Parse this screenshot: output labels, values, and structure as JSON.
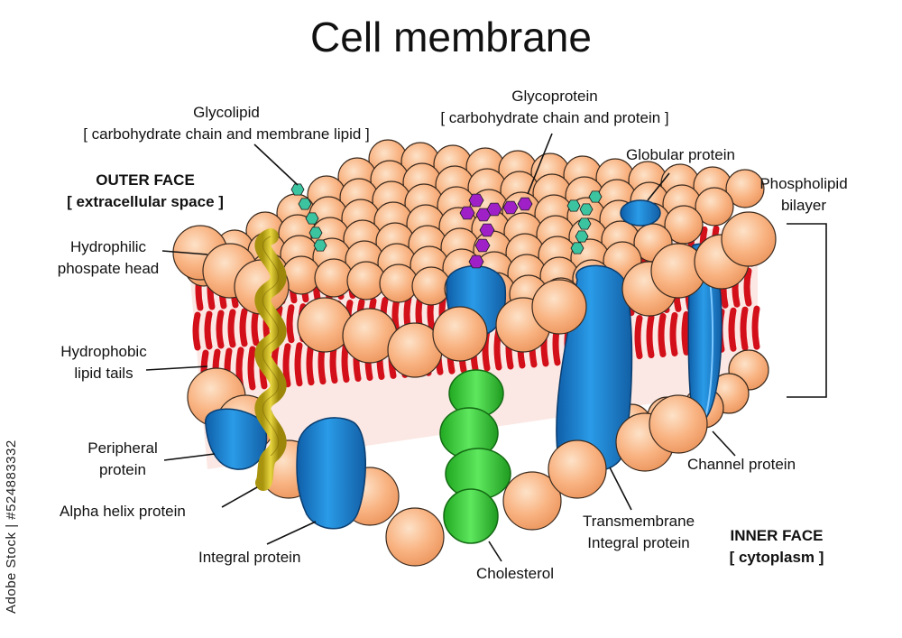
{
  "title": "Cell membrane",
  "labels": {
    "glycolipid": {
      "line1": "Glycolipid",
      "line2": "[ carbohydrate chain and membrane lipid  ]"
    },
    "glycoprotein": {
      "line1": "Glycoprotein",
      "line2": "[ carbohydrate chain and protein ]"
    },
    "globular_protein": "Globular protein",
    "phospholipid_bilayer": {
      "line1": "Phospholipid",
      "line2": "bilayer"
    },
    "outer_face": {
      "line1": "OUTER FACE",
      "line2": "[ extracellular space ]"
    },
    "hydrophilic_head": {
      "line1": "Hydrophilic",
      "line2": "phospate head"
    },
    "hydrophobic_tails": {
      "line1": "Hydrophobic",
      "line2": "lipid tails"
    },
    "peripheral_protein": {
      "line1": "Peripheral",
      "line2": "protein"
    },
    "alpha_helix_protein": "Alpha helix protein",
    "integral_protein": "Integral protein",
    "cholesterol": "Cholesterol",
    "transmembrane_protein": {
      "line1": "Transmembrane",
      "line2": "Integral protein"
    },
    "inner_face": {
      "line1": "INNER FACE",
      "line2": "[ cytoplasm ]"
    },
    "channel_protein": "Channel protein"
  },
  "watermark": "Adobe Stock | #524883332",
  "colors": {
    "head_fill": "#f9b483",
    "head_stroke": "#3a2a1e",
    "tail": "#d3101a",
    "protein_blue": "#1e7fd0",
    "cholesterol_green": "#3fd33f",
    "alpha_helix": "#c9b419",
    "glycolipid_chain": "#3cc4a0",
    "glycoprotein_chain": "#a020c8"
  }
}
